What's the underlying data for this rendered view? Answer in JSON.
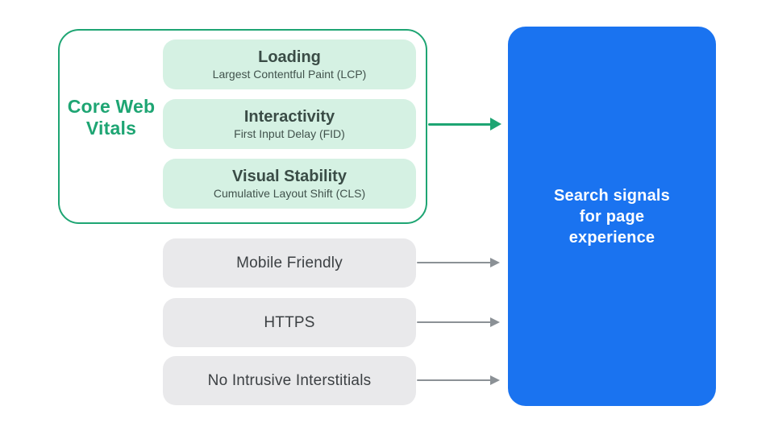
{
  "diagram": {
    "core_web_vitals": {
      "label": "Core Web Vitals",
      "items": [
        {
          "title": "Loading",
          "subtitle": "Largest Contentful Paint (LCP)"
        },
        {
          "title": "Interactivity",
          "subtitle": "First Input Delay (FID)"
        },
        {
          "title": "Visual Stability",
          "subtitle": "Cumulative Layout Shift (CLS)"
        }
      ]
    },
    "other_signals": [
      "Mobile Friendly",
      "HTTPS",
      "No Intrusive Interstitials"
    ],
    "result_box": {
      "label": "Search signals for page experience"
    },
    "icons": {
      "core_arrow": "arrow-right-icon",
      "signal_arrows": "arrow-right-icon"
    },
    "colors": {
      "teal_accent": "#1ea573",
      "mint_fill": "#d5f1e3",
      "gray_fill": "#e9e9eb",
      "blue_fill": "#1a73f0",
      "dark_text": "#3c4043",
      "green_dark_text": "#3a4c46",
      "arrow_gray": "#8b9196",
      "white_text": "#ffffff"
    }
  }
}
